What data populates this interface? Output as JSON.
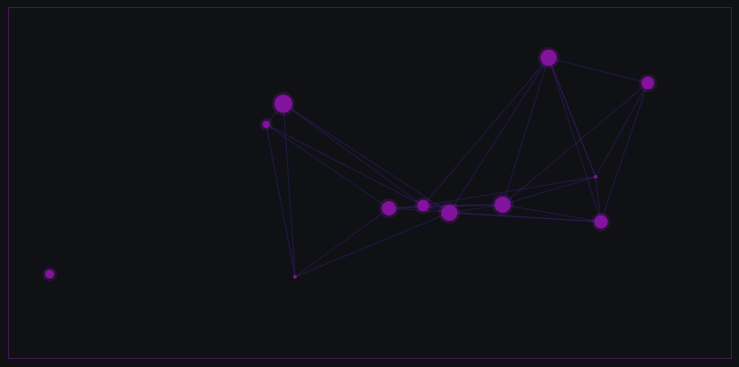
{
  "graph": {
    "colors": {
      "background": "#0f1115",
      "frame": "#4a1a58",
      "edge": "#3a1f78",
      "node": "#8a14a6"
    },
    "nodes": [
      {
        "id": "n0",
        "degree": 0,
        "weight": 1.0
      },
      {
        "id": "n1",
        "degree": 4,
        "weight": 2.0
      },
      {
        "id": "n2",
        "degree": 3,
        "weight": 0.6
      },
      {
        "id": "n3",
        "degree": 3,
        "weight": 0.3
      },
      {
        "id": "n4",
        "degree": 5,
        "weight": 1.6
      },
      {
        "id": "n5",
        "degree": 6,
        "weight": 1.2
      },
      {
        "id": "n6",
        "degree": 6,
        "weight": 1.8
      },
      {
        "id": "n7",
        "degree": 6,
        "weight": 1.8
      },
      {
        "id": "n8",
        "degree": 6,
        "weight": 1.8
      },
      {
        "id": "n9",
        "degree": 4,
        "weight": 1.4
      },
      {
        "id": "n10",
        "degree": 5,
        "weight": 0.3
      },
      {
        "id": "n11",
        "degree": 5,
        "weight": 1.5
      }
    ],
    "edges": [
      [
        "n1",
        "n2"
      ],
      [
        "n1",
        "n5"
      ],
      [
        "n1",
        "n6"
      ],
      [
        "n1",
        "n3"
      ],
      [
        "n2",
        "n5"
      ],
      [
        "n2",
        "n3"
      ],
      [
        "n2",
        "n4"
      ],
      [
        "n3",
        "n4"
      ],
      [
        "n3",
        "n6"
      ],
      [
        "n4",
        "n5"
      ],
      [
        "n4",
        "n7"
      ],
      [
        "n4",
        "n11"
      ],
      [
        "n5",
        "n6"
      ],
      [
        "n5",
        "n7"
      ],
      [
        "n5",
        "n8"
      ],
      [
        "n5",
        "n10"
      ],
      [
        "n6",
        "n7"
      ],
      [
        "n6",
        "n8"
      ],
      [
        "n6",
        "n11"
      ],
      [
        "n7",
        "n8"
      ],
      [
        "n7",
        "n10"
      ],
      [
        "n7",
        "n11"
      ],
      [
        "n8",
        "n9"
      ],
      [
        "n8",
        "n10"
      ],
      [
        "n8",
        "n11"
      ],
      [
        "n9",
        "n10"
      ],
      [
        "n9",
        "n11"
      ],
      [
        "n9",
        "n7"
      ],
      [
        "n10",
        "n11"
      ],
      [
        "n10",
        "n8"
      ]
    ]
  }
}
